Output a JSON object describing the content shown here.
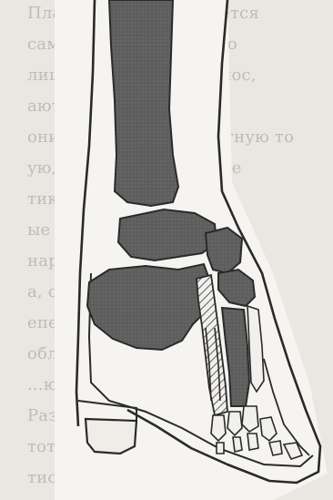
{
  "background_text": [
    "Пласу женщины является",
    "сами. Женщины одного",
    "лишение восполни полос,",
    "ают влияние и свою",
    "они связывает неприятную то",
    "ую, что дает влияние бе",
    "тиковольном",
    "ые разл... морфо",
    "народы... общей",
    "а, стал... пол",
    "епень... Как",
    "облачения... кобо",
    "...ю... дорожки... тре",
    "Раз... например",
    "тот... сод... кая",
    "тиона Фрудина. Х"
  ],
  "colors": {
    "bone": "#5a5a5a",
    "outline": "#2a2a2a",
    "background": "#e9e7e2"
  }
}
